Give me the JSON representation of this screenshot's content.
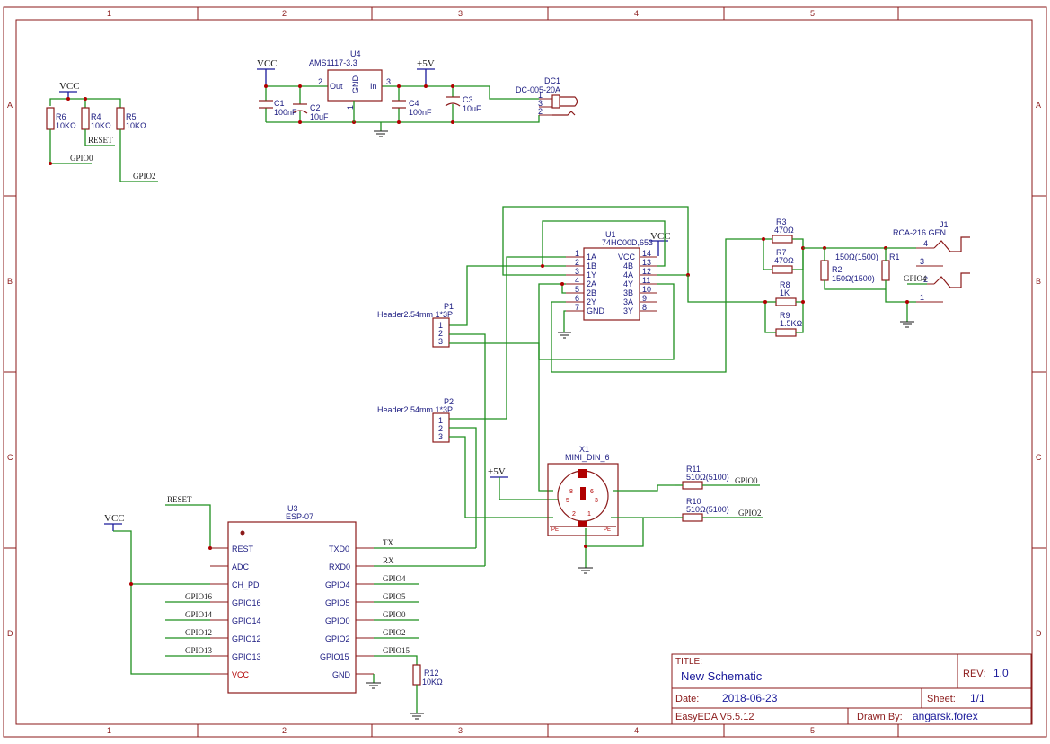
{
  "grid": {
    "cols": [
      "1",
      "2",
      "3",
      "4",
      "5"
    ],
    "rows": [
      "A",
      "B",
      "C",
      "D"
    ]
  },
  "power": {
    "vcc": "VCC",
    "plus5v": "+5V"
  },
  "components": {
    "u4": {
      "ref": "U4",
      "value": "AMS1117-3.3",
      "out": "Out",
      "gnd": "GND",
      "in": "In",
      "p2": "2",
      "p3": "3",
      "p1": "1"
    },
    "c1": {
      "ref": "C1",
      "value": "100nF"
    },
    "c2": {
      "ref": "C2",
      "value": "10uF"
    },
    "c4": {
      "ref": "C4",
      "value": "100nF"
    },
    "c3": {
      "ref": "C3",
      "value": "10uF"
    },
    "dc1": {
      "ref": "DC1",
      "value": "DC-005-20A",
      "p1": "1",
      "p2": "2",
      "p3": "3"
    },
    "r6": {
      "ref": "R6",
      "value": "10KΩ"
    },
    "r4": {
      "ref": "R4",
      "value": "10KΩ"
    },
    "r5": {
      "ref": "R5",
      "value": "10KΩ"
    },
    "u1": {
      "ref": "U1",
      "value": "74HC00D,653",
      "left_pins": [
        {
          "no": "1",
          "name": "1A"
        },
        {
          "no": "2",
          "name": "1B"
        },
        {
          "no": "3",
          "name": "1Y"
        },
        {
          "no": "4",
          "name": "2A"
        },
        {
          "no": "5",
          "name": "2B"
        },
        {
          "no": "6",
          "name": "2Y"
        },
        {
          "no": "7",
          "name": "GND"
        }
      ],
      "right_pins": [
        {
          "no": "14",
          "name": "VCC"
        },
        {
          "no": "13",
          "name": "4B"
        },
        {
          "no": "12",
          "name": "4A"
        },
        {
          "no": "11",
          "name": "4Y"
        },
        {
          "no": "10",
          "name": "3B"
        },
        {
          "no": "9",
          "name": "3A"
        },
        {
          "no": "8",
          "name": "3Y"
        }
      ]
    },
    "r3": {
      "ref": "R3",
      "value": "470Ω"
    },
    "r7": {
      "ref": "R7",
      "value": "470Ω"
    },
    "r8": {
      "ref": "R8",
      "value": "1K"
    },
    "r9": {
      "ref": "R9",
      "value": "1.5KΩ"
    },
    "r2": {
      "ref": "R2",
      "value": "150Ω(1500)"
    },
    "r1": {
      "ref": "R1",
      "value": "150Ω(1500)"
    },
    "j1": {
      "ref": "J1",
      "value": "RCA-216 GEN",
      "p4": "4",
      "p3": "3",
      "p2": "2",
      "p1": "1"
    },
    "p1": {
      "ref": "P1",
      "value": "Header2.54mm 1*3P",
      "pins": [
        "1",
        "2",
        "3"
      ]
    },
    "p2": {
      "ref": "P2",
      "value": "Header2.54mm 1*3P",
      "pins": [
        "1",
        "2",
        "3"
      ]
    },
    "x1": {
      "ref": "X1",
      "value": "MINI_DIN_6",
      "pe": "PE",
      "p6": "6",
      "p8": "8",
      "p5": "5",
      "p3": "3",
      "p2": "2",
      "p1": "1"
    },
    "r11": {
      "ref": "R11",
      "value": "510Ω(5100)"
    },
    "r10": {
      "ref": "R10",
      "value": "510Ω(5100)"
    },
    "u3": {
      "ref": "U3",
      "value": "ESP-07",
      "left_pins": [
        "REST",
        "ADC",
        "CH_PD",
        "GPIO16",
        "GPIO14",
        "GPIO12",
        "GPIO13",
        "VCC"
      ],
      "right_pins": [
        "TXD0",
        "RXD0",
        "GPIO4",
        "GPIO5",
        "GPIO0",
        "GPIO2",
        "GPIO15",
        "GND"
      ]
    },
    "r12": {
      "ref": "R12",
      "value": "10KΩ"
    }
  },
  "nets": {
    "gpio0": "GPIO0",
    "reset": "RESET",
    "gpio2": "GPIO2",
    "gpio16": "GPIO16",
    "gpio14": "GPIO14",
    "gpio12": "GPIO12",
    "gpio13": "GPIO13",
    "tx": "TX",
    "rx": "RX",
    "gpio4": "GPIO4",
    "gpio5": "GPIO5",
    "gpio0b": "GPIO0",
    "gpio2b": "GPIO2",
    "gpio15": "GPIO15",
    "gpio0c": "GPIO0",
    "gpio2c": "GPIO2",
    "gpio4b": "GPIO4"
  },
  "title_block": {
    "title_label": "TITLE:",
    "title": "New Schematic",
    "rev_label": "REV:",
    "rev": "1.0",
    "date_label": "Date:",
    "date": "2018-06-23",
    "sheet_label": "Sheet:",
    "sheet": "1/1",
    "tool": "EasyEDA V5.5.12",
    "drawn_label": "Drawn By:",
    "drawn_by": "angarsk.forex"
  }
}
